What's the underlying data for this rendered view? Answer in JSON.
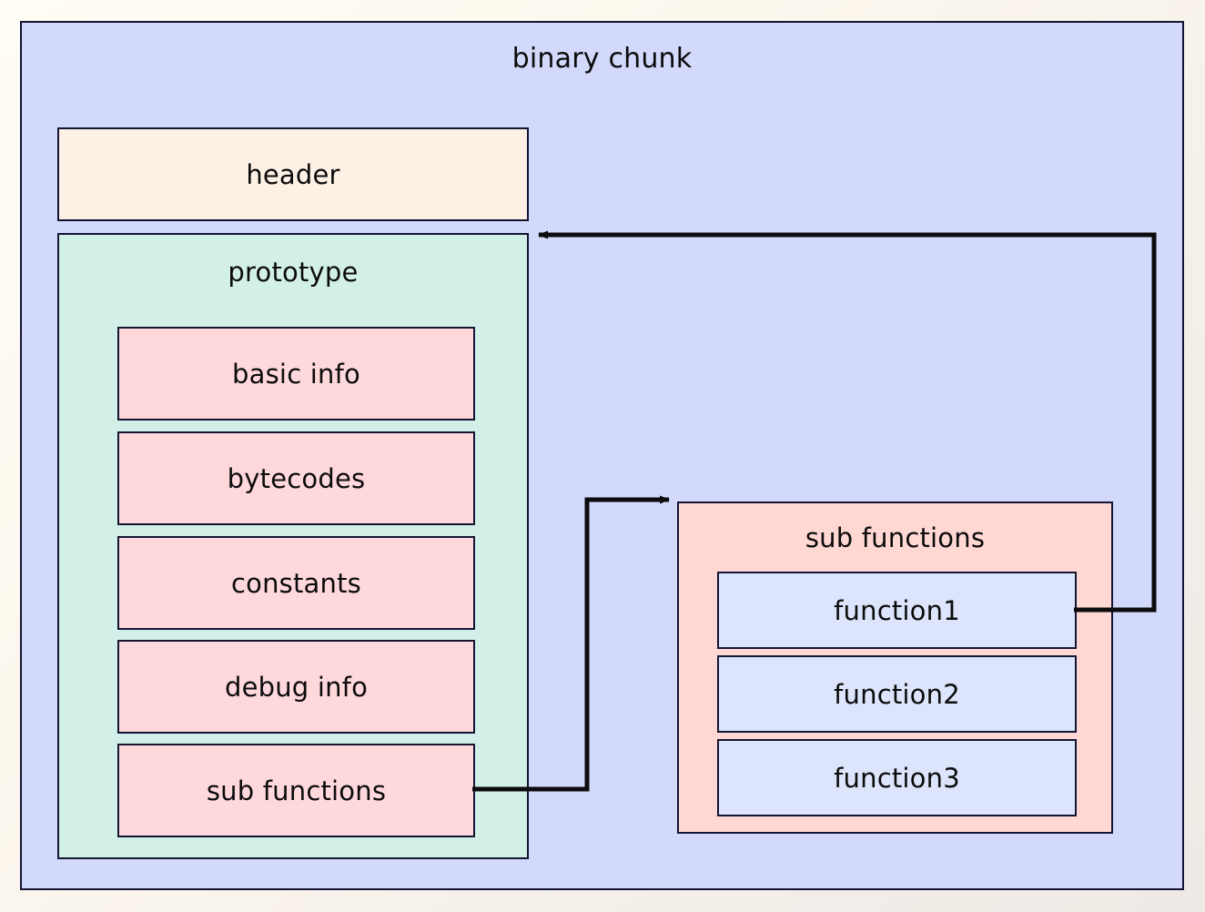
{
  "diagram": {
    "title": "binary chunk",
    "background_color": "#d2d9fb",
    "border_color": "#141433",
    "header": {
      "label": "header",
      "color": "#fdf1e5"
    },
    "prototype": {
      "label": "prototype",
      "color": "#d2f0e8",
      "fields": [
        {
          "label": "basic info",
          "color": "#ffd8dc"
        },
        {
          "label": "bytecodes",
          "color": "#ffd8dc"
        },
        {
          "label": "constants",
          "color": "#ffd8dc"
        },
        {
          "label": "debug info",
          "color": "#ffd8dc"
        },
        {
          "label": "sub functions",
          "color": "#ffd8dc"
        }
      ]
    },
    "sub_functions": {
      "label": "sub functions",
      "color": "#ffd8d4",
      "functions": [
        {
          "label": "function1",
          "color": "#dce5fc"
        },
        {
          "label": "function2",
          "color": "#dce5fc"
        },
        {
          "label": "function3",
          "color": "#dce5fc"
        }
      ]
    },
    "connectors": [
      {
        "name": "sub-functions-to-sub-functions-box",
        "from": "prototype.sub functions",
        "to": "sub functions",
        "direction": "right"
      },
      {
        "name": "function1-to-prototype",
        "from": "function1",
        "to": "prototype",
        "direction": "left"
      }
    ]
  }
}
